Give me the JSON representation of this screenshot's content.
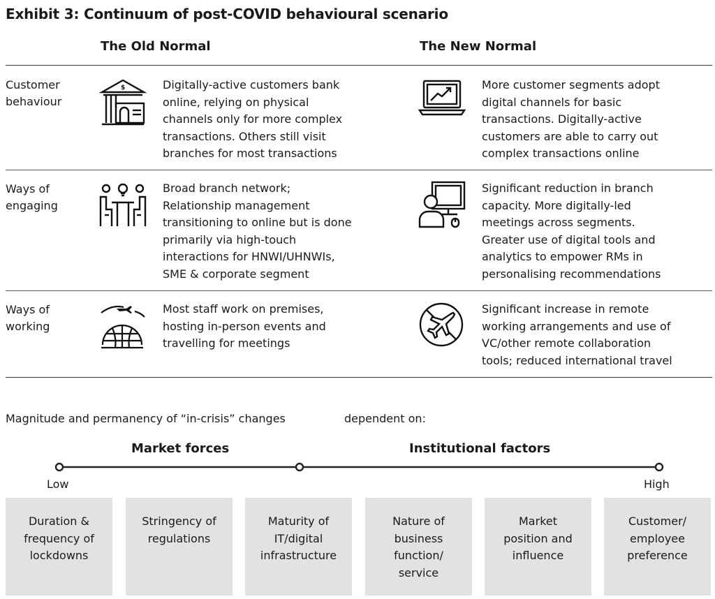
{
  "title": "Exhibit 3: Continuum of post-COVID behavioural scenario",
  "columns": {
    "old": "The Old Normal",
    "new": "The New Normal"
  },
  "rows": [
    {
      "label": "Customer\nbehaviour",
      "old_icon": "bank-building-icon",
      "old_text": "Digitally-active customers bank\nonline,  relying on physical\nchannels only for more complex\ntransactions. Others still visit\nbranches for most transactions",
      "new_icon": "laptop-chart-icon",
      "new_text": "More customer segments adopt\ndigital channels  for basic\ntransactions. Digitally-active\ncustomers are able to carry out\ncomplex transactions online"
    },
    {
      "label": "Ways of\nengaging",
      "old_icon": "meeting-table-icon",
      "old_text": "Broad branch network;\nRelationship management\ntransitioning to online but is done\nprimarily via high-touch\ninteractions for HNWI/UHNWIs,\nSME & corporate segment",
      "new_icon": "computer-user-icon",
      "new_text": "Significant    reduction in branch\ncapacity. More digitally-led\nmeetings  across segments.\nGreater use of digital tools and\nanalytics to empower RMs in\npersonalising recommendations"
    },
    {
      "label": "Ways of\nworking",
      "old_icon": "globe-plane-icon",
      "old_text": "Most staff work on premises,\nhosting in-person events and\ntravelling for meetings",
      "new_icon": "no-flight-icon",
      "new_text": "Significant increase in remote\nworking arrangements  and use of\nVC/other remote collaboration\ntools; reduced international travel"
    }
  ],
  "dependency_note": {
    "left": "Magnitude and permanency of “in-crisis” changes",
    "right": "dependent on:"
  },
  "scale": {
    "left_group": "Market forces",
    "right_group": "Institutional factors",
    "low": "Low",
    "high": "High"
  },
  "factors": [
    "Duration &\nfrequency of\nlockdowns",
    "Stringency of\nregulations",
    "Maturity of\nIT/digital\ninfrastructure",
    "Nature of\nbusiness\nfunction/\nservice",
    "Market\nposition and\ninfluence",
    "Customer/\nemployee\npreference"
  ]
}
